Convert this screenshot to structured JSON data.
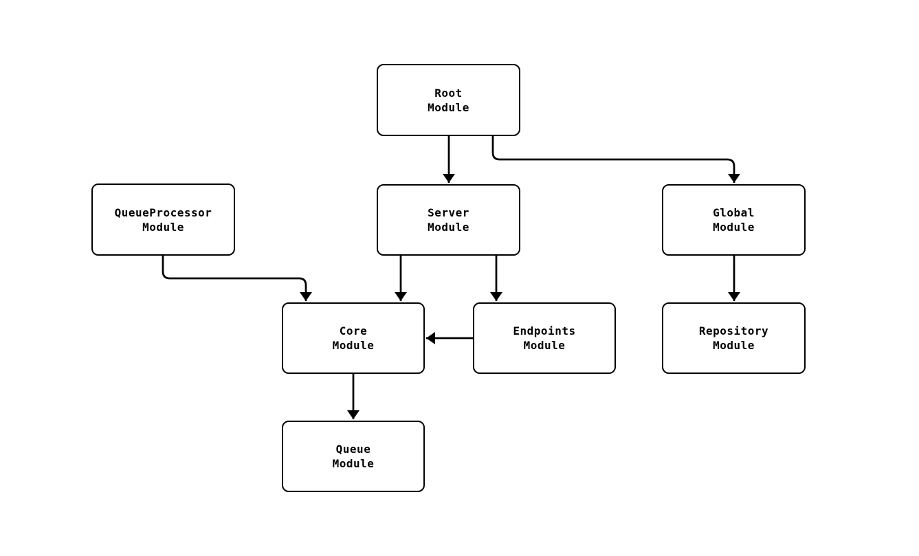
{
  "diagram": {
    "type": "module-dependency-flowchart",
    "background_color": "#ffffff",
    "edge_color": "#000000",
    "node_fill_color": "#ffffff",
    "node_border_color": "#000000",
    "text_color": "#000000"
  },
  "nodes": {
    "root": {
      "label": "Root\nModule"
    },
    "queueprocessor": {
      "label": "QueueProcessor\nModule"
    },
    "server": {
      "label": "Server\nModule"
    },
    "global": {
      "label": "Global\nModule"
    },
    "core": {
      "label": "Core\nModule"
    },
    "endpoints": {
      "label": "Endpoints\nModule"
    },
    "repository": {
      "label": "Repository\nModule"
    },
    "queue": {
      "label": "Queue\nModule"
    }
  },
  "edges": [
    {
      "from": "Root Module",
      "to": "Server Module"
    },
    {
      "from": "Root Module",
      "to": "Global Module"
    },
    {
      "from": "QueueProcessor Module",
      "to": "Core Module"
    },
    {
      "from": "Server Module",
      "to": "Core Module"
    },
    {
      "from": "Server Module",
      "to": "Endpoints Module"
    },
    {
      "from": "Endpoints Module",
      "to": "Core Module"
    },
    {
      "from": "Global Module",
      "to": "Repository Module"
    },
    {
      "from": "Core Module",
      "to": "Queue Module"
    }
  ]
}
